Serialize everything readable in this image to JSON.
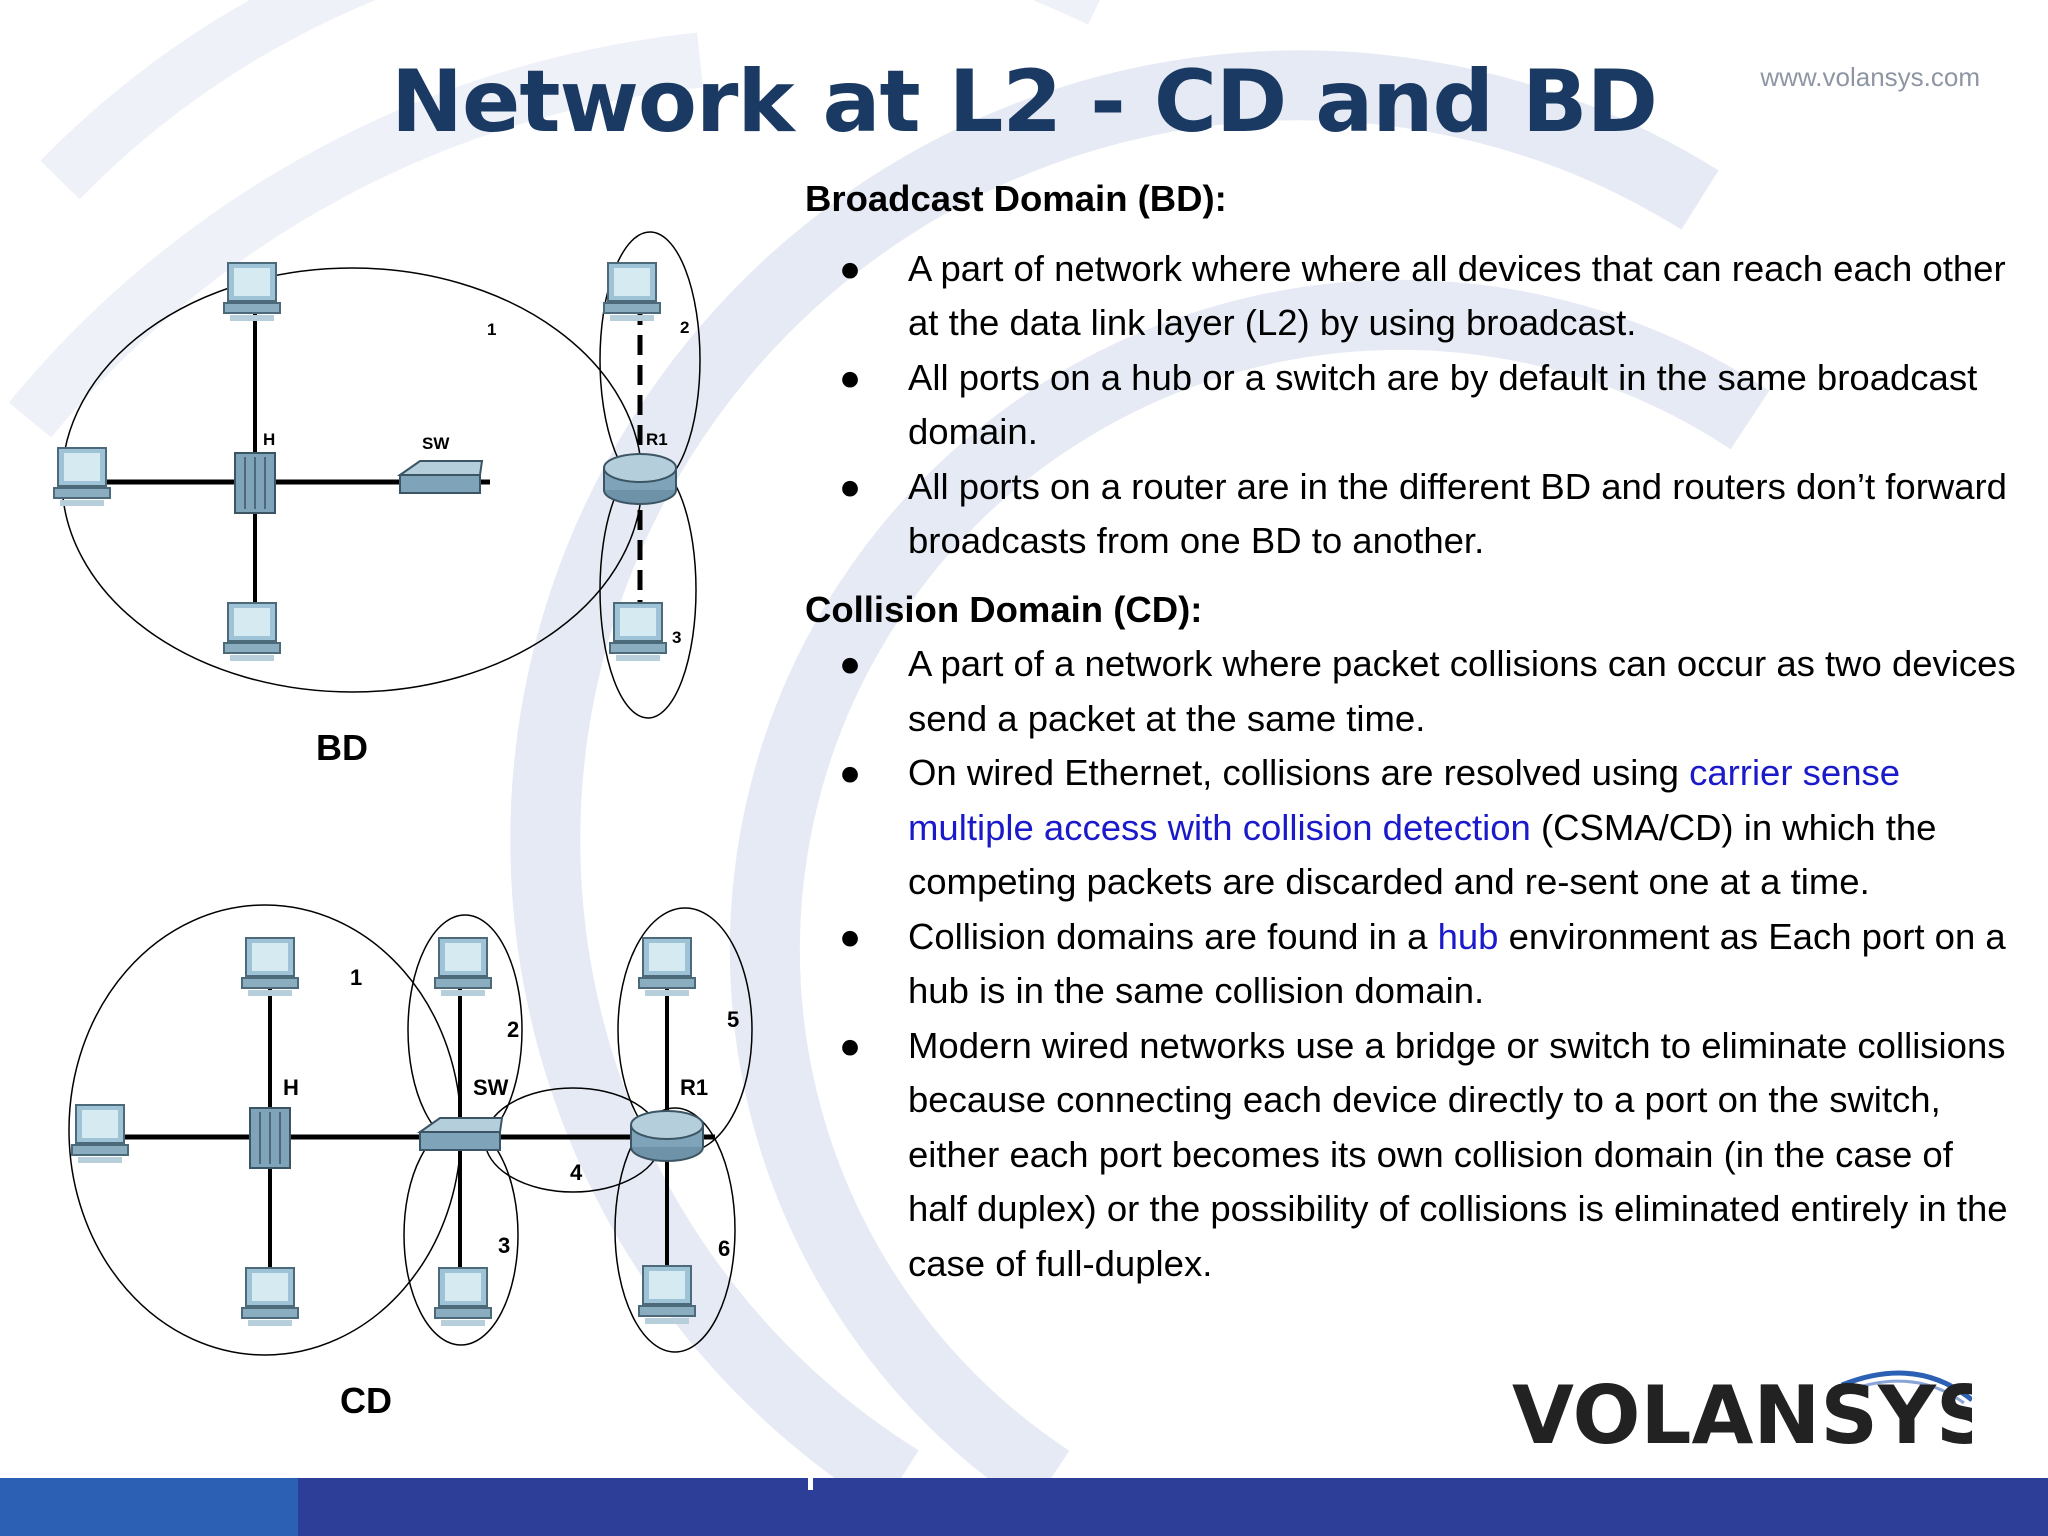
{
  "slide": {
    "title": "Network at L2 - CD and BD",
    "website": "www.volansys.com",
    "logo_text": "VOLANSYS",
    "colors": {
      "title": "#1b3a63",
      "link": "#1a1acb",
      "footer": "#2d3e98",
      "footer_accent": "#2b60b4"
    }
  },
  "content": {
    "bd_heading": "Broadcast Domain (BD):",
    "bd_bullets": [
      "A part of network where where all devices that can reach each other at the data link layer (L2) by using broadcast.",
      "All ports on a hub or a switch are by default in the same broadcast domain.",
      "All ports on a router are in the different BD and routers don’t forward broadcasts from one BD to another."
    ],
    "cd_heading": "Collision Domain (CD):",
    "cd_bullets": {
      "b1": "A part of a network where packet collisions can occur as two devices send a packet at the same time.",
      "b2_pre": "On wired Ethernet, collisions are resolved using ",
      "b2_link": "carrier sense multiple access with collision detection",
      "b2_post": " (CSMA/CD) in which the competing packets are discarded and re-sent one at a time.",
      "b3_pre": "Collision domains are found in a ",
      "b3_link": "hub",
      "b3_post": " environment as Each port on a hub is in the same collision domain.",
      "b4": "Modern wired networks use a bridge or switch to eliminate collisions because  connecting each device directly to a port on the switch, either each port becomes its own collision domain (in the case of half duplex) or the possibility of collisions is eliminated entirely in the case of full-duplex."
    },
    "bullet_symbol": "●"
  },
  "diagrams": {
    "bd": {
      "caption": "BD",
      "hub_label": "H",
      "switch_label": "SW",
      "router_label": "R1",
      "domain_numbers": [
        "1",
        "2",
        "3"
      ]
    },
    "cd": {
      "caption": "CD",
      "hub_label": "H",
      "switch_label": "SW",
      "router_label": "R1",
      "domain_numbers": [
        "1",
        "2",
        "3",
        "4",
        "5",
        "6"
      ]
    }
  }
}
